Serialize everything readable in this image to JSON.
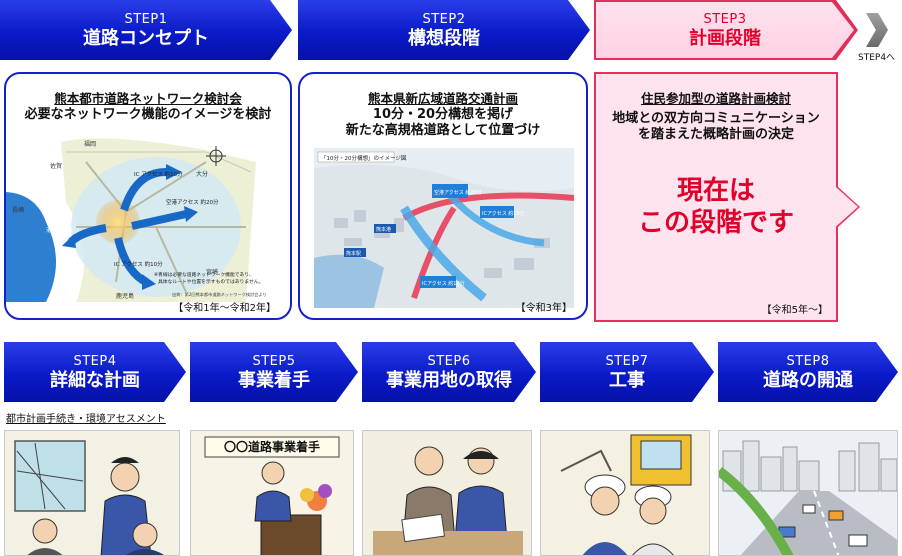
{
  "steps_top": [
    {
      "num": "STEP1",
      "title": "道路コンセプト"
    },
    {
      "num": "STEP2",
      "title": "構想段階"
    },
    {
      "num": "STEP3",
      "title": "計画段階"
    }
  ],
  "next_step_label": "STEP4へ",
  "panels": [
    {
      "title": "熊本都市道路ネットワーク検討会",
      "desc": "必要なネットワーク機能のイメージを検討",
      "period": "【令和1年～令和2年】",
      "map": {
        "places": [
          "福岡",
          "佐賀",
          "大分",
          "長崎",
          "宮崎",
          "鹿児島"
        ],
        "arrows": [
          "IC アクセス 約10分",
          "空港アクセス 約20分",
          "港アクセス",
          "IC アクセス 約10分"
        ],
        "note": "※青線は必要な道路ネットワーク機能であり、具体なルートや位置を示すものではありません。",
        "source": "出典：第2回熊本都市道路ネットワーク検討会より"
      }
    },
    {
      "title": "熊本県新広域道路交通計画",
      "desc_line1": "10分・20分構想を掲げ",
      "desc_line2": "新たな高規格道路として位置づけ",
      "period": "【令和3年】",
      "image_caption": "「10分・20分構想」のイメージ図",
      "labels": [
        "空港アクセス 約20分",
        "ICアクセス 約10分",
        "ICアクセス 約10分",
        "熊本港",
        "熊本駅"
      ]
    },
    {
      "title": "住民参加型の道路計画検討",
      "desc_line1": "地域との双方向コミュニケーション",
      "desc_line2": "を踏まえた概略計画の決定",
      "highlight_line1": "現在は",
      "highlight_line2": "この段階です",
      "period": "【令和5年～】"
    }
  ],
  "steps_bottom": [
    {
      "num": "STEP4",
      "title": "詳細な計画"
    },
    {
      "num": "STEP5",
      "title": "事業着手"
    },
    {
      "num": "STEP6",
      "title": "事業用地の取得"
    },
    {
      "num": "STEP7",
      "title": "工事"
    },
    {
      "num": "STEP8",
      "title": "道路の開通"
    }
  ],
  "step4_sublabel": "都市計画手続き・環境アセスメント",
  "step5_sign": "〇〇道路事業着手",
  "colors": {
    "step_blue": "#0a1ac8",
    "current_pink": "#ffd2e4",
    "current_text": "#e0002a",
    "panel_border": "#1420c8"
  }
}
